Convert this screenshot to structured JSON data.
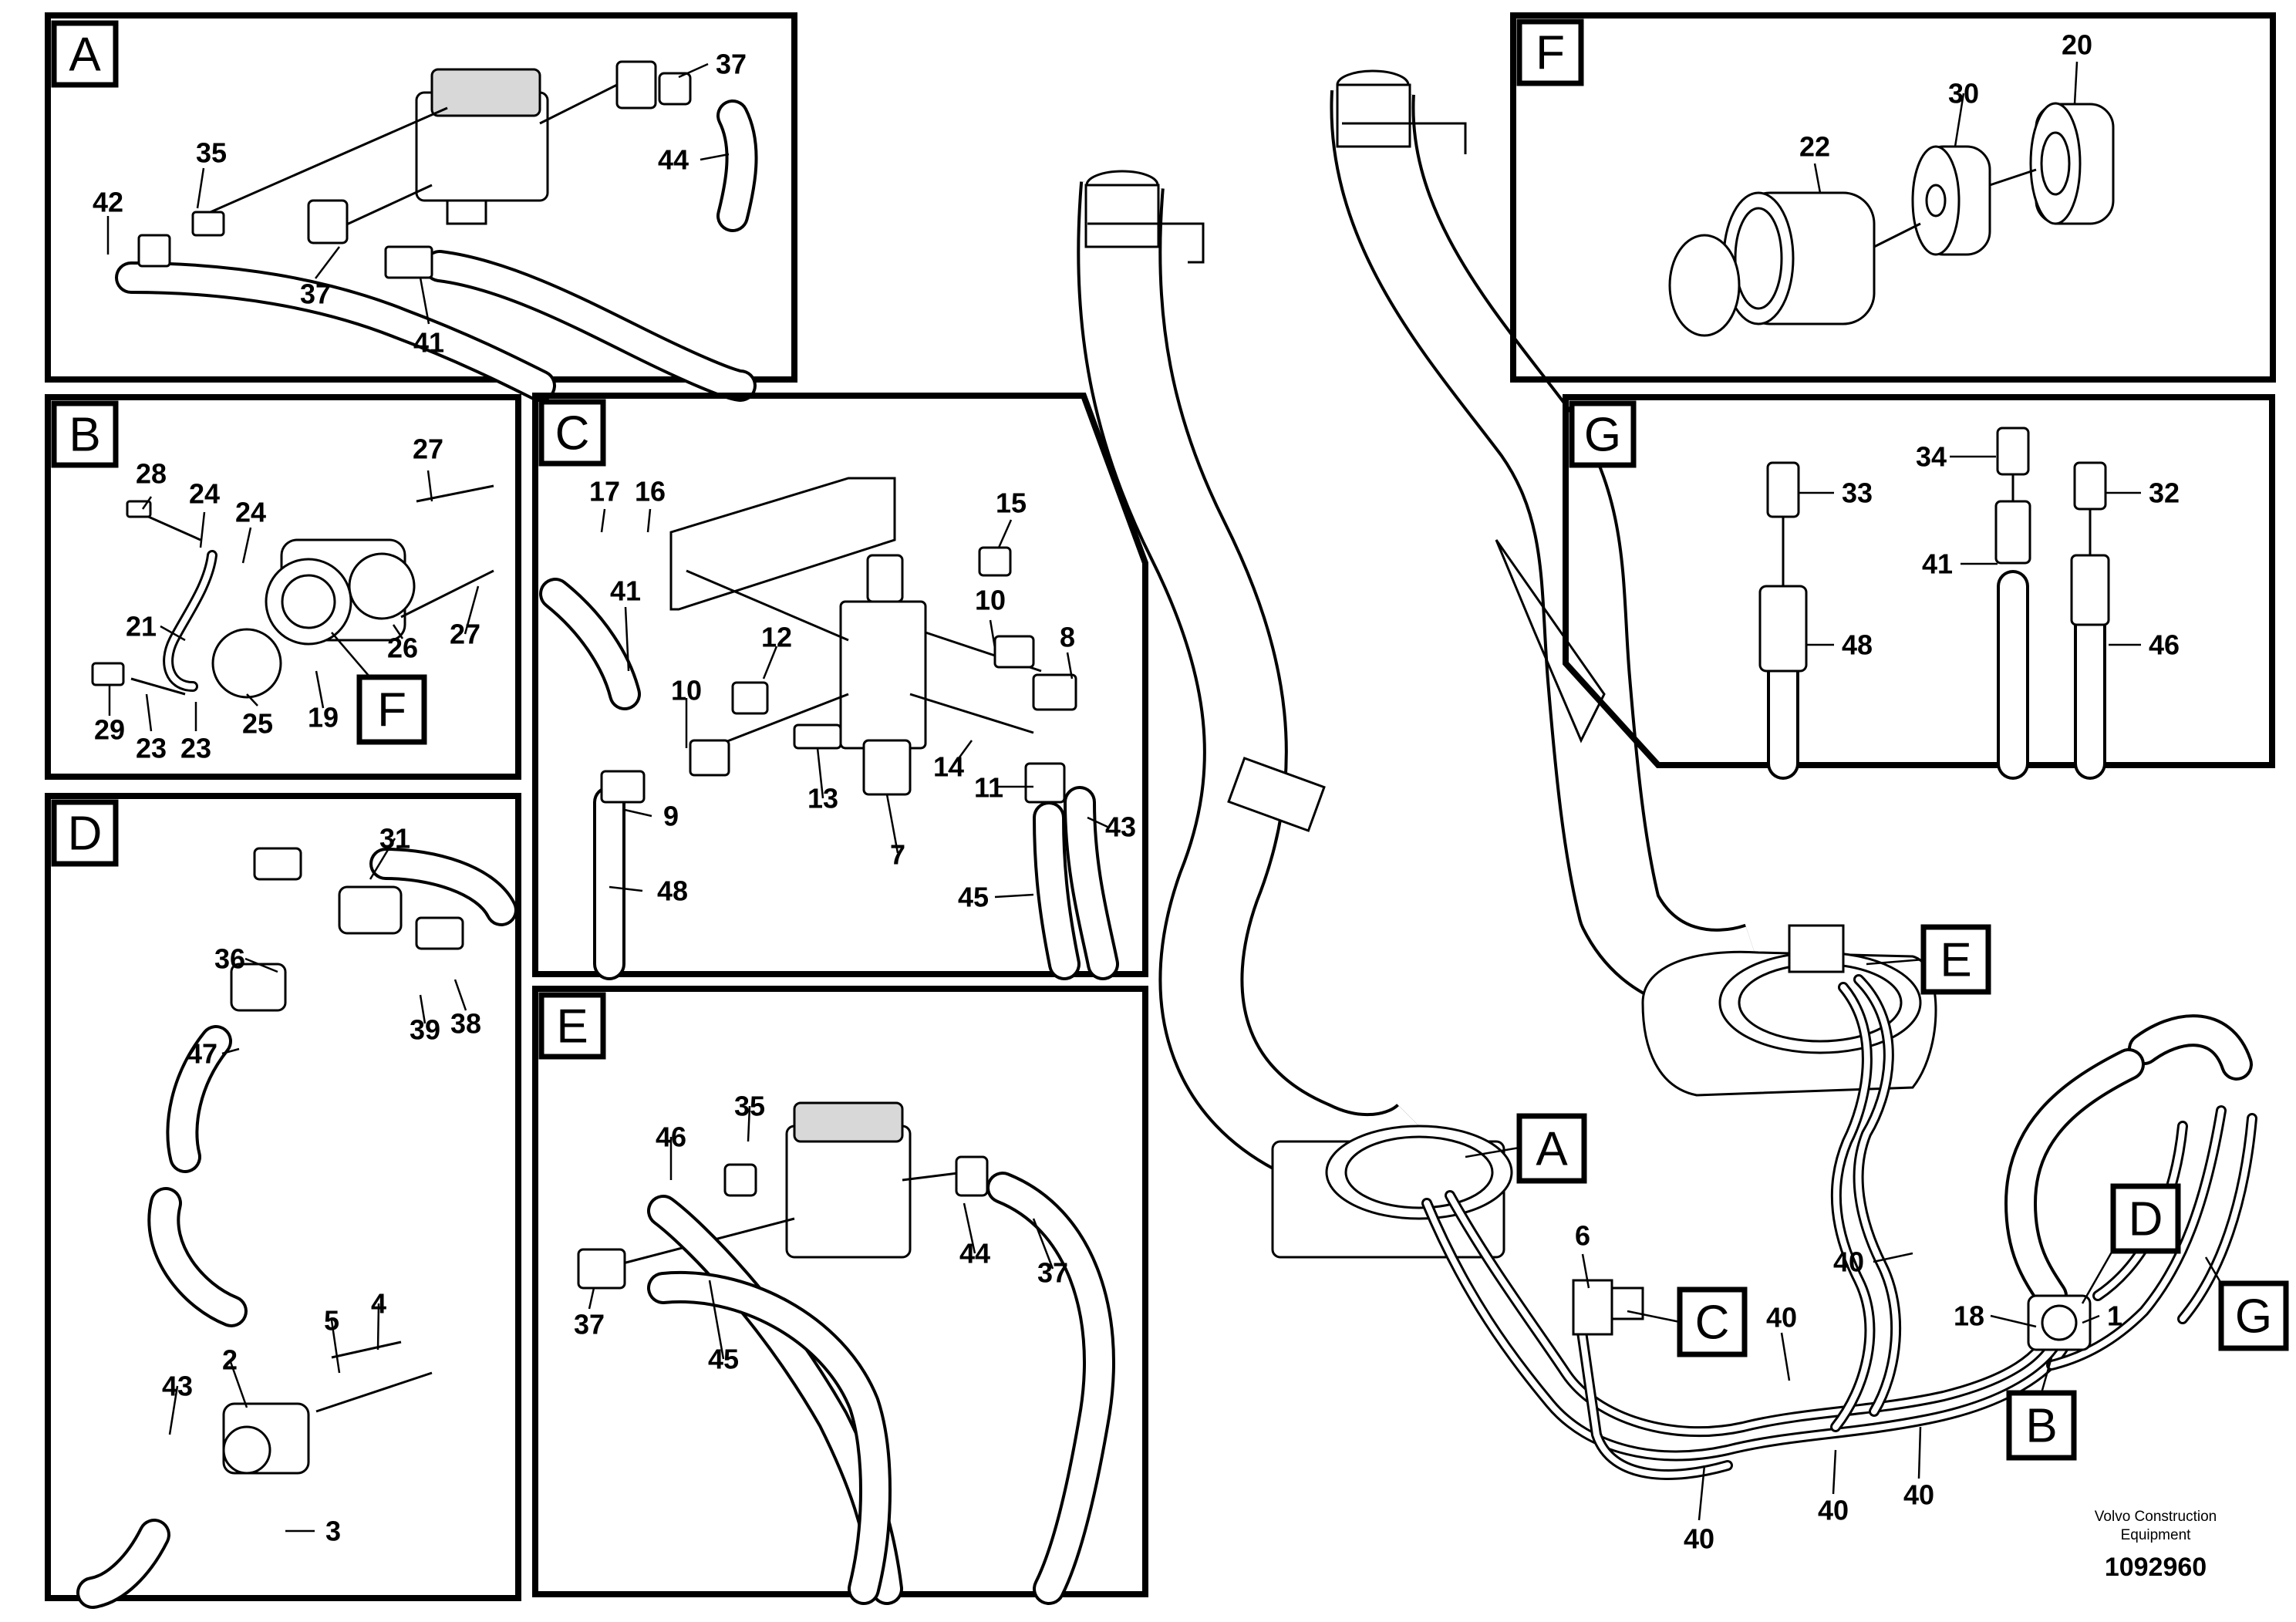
{
  "panels": [
    {
      "id": "A",
      "label": "A"
    },
    {
      "id": "B",
      "label": "B"
    },
    {
      "id": "C",
      "label": "C"
    },
    {
      "id": "D",
      "label": "D"
    },
    {
      "id": "E",
      "label": "E"
    },
    {
      "id": "F",
      "label": "F"
    },
    {
      "id": "G",
      "label": "G"
    }
  ],
  "detail_tags": [
    "A",
    "B",
    "C",
    "D",
    "E",
    "F",
    "G"
  ],
  "callouts": {
    "a": [
      "37",
      "35",
      "42",
      "37",
      "41",
      "44"
    ],
    "b": [
      "27",
      "28",
      "24",
      "24",
      "21",
      "26",
      "27",
      "29",
      "23",
      "23",
      "25",
      "19"
    ],
    "c": [
      "17",
      "16",
      "15",
      "41",
      "10",
      "12",
      "8",
      "10",
      "14",
      "11",
      "43",
      "9",
      "13",
      "7",
      "45",
      "48"
    ],
    "d": [
      "31",
      "36",
      "39",
      "38",
      "47",
      "5",
      "4",
      "2",
      "43",
      "3"
    ],
    "e": [
      "46",
      "35",
      "37",
      "44",
      "37",
      "45"
    ],
    "f": [
      "20",
      "30",
      "22"
    ],
    "g": [
      "34",
      "33",
      "32",
      "41",
      "48",
      "46"
    ],
    "main": [
      "6",
      "40",
      "40",
      "18",
      "1",
      "40",
      "40",
      "40"
    ]
  },
  "credit": {
    "line1": "Volvo Construction",
    "line2": "Equipment",
    "code": "1092960"
  }
}
